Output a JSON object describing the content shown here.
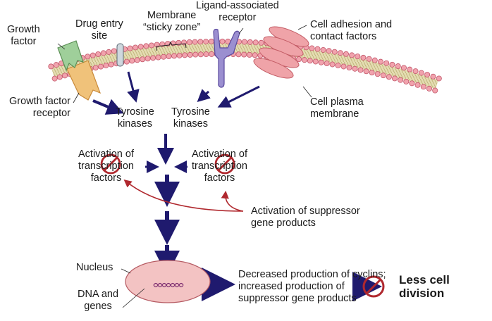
{
  "labels": {
    "growth_factor": [
      "Growth",
      "factor"
    ],
    "drug_entry_site": [
      "Drug entry",
      "site"
    ],
    "sticky_zone": [
      "Membrane",
      "“sticky zone”"
    ],
    "ligand_receptor": [
      "Ligand-associated",
      "receptor"
    ],
    "cell_adhesion": [
      "Cell adhesion and",
      "contact factors"
    ],
    "growth_factor_receptor": [
      "Growth factor",
      "receptor"
    ],
    "cell_plasma_membrane": [
      "Cell plasma",
      "membrane"
    ],
    "tyrosine_kinases_left": [
      "Tyrosine",
      "kinases"
    ],
    "tyrosine_kinases_right": [
      "Tyrosine",
      "kinases"
    ],
    "transcription_left": [
      "Activation of",
      "transcription",
      "factors"
    ],
    "transcription_right": [
      "Activation of",
      "transcription",
      "factors"
    ],
    "suppressor_activation": [
      "Activation of suppressor",
      "gene products"
    ],
    "nucleus": "Nucleus",
    "dna_genes": [
      "DNA and",
      "genes"
    ],
    "outcome_production": [
      "Decreased production of cyclins;",
      "increased production of",
      "suppressor gene products"
    ],
    "less_cell_division": [
      "Less cell",
      "division"
    ]
  },
  "colors": {
    "arrow": "#1f1a6e",
    "inhibit": "#b0282e",
    "membrane_head": "#f1a3ad",
    "membrane_tail": "#d9d3a0",
    "growth_factor": "#9fcf9a",
    "receptor": "#f0c27a",
    "ligand_receptor": "#9b8fd0",
    "adhesion": "#efa3a8",
    "nucleus": "#f3c3c3",
    "dna": "#7a2a6e"
  }
}
